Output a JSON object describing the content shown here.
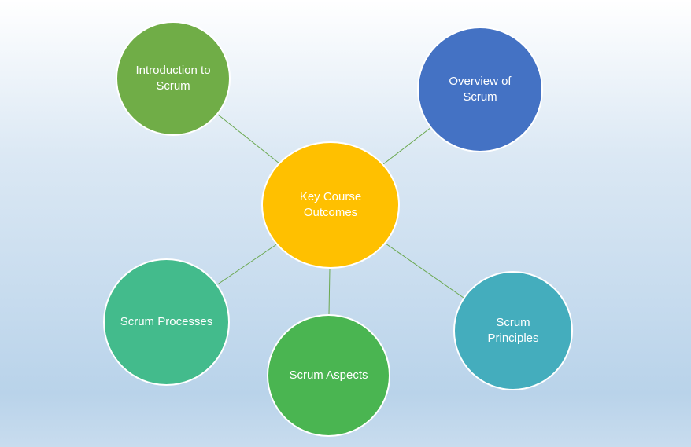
{
  "diagram": {
    "center": {
      "label": "Key Course Outcomes",
      "color": "#ffc000"
    },
    "nodes": [
      {
        "id": "intro",
        "label": "Introduction to Scrum",
        "color": "#70ad47"
      },
      {
        "id": "overview",
        "label": "Overview of Scrum",
        "color": "#4472c4"
      },
      {
        "id": "processes",
        "label": "Scrum Processes",
        "color": "#43bb8c"
      },
      {
        "id": "aspects",
        "label": "Scrum Aspects",
        "color": "#4ab551"
      },
      {
        "id": "principles",
        "label": "Scrum Principles",
        "color": "#44adbd"
      }
    ],
    "connector_color": "#6aa84f",
    "background_gradient": [
      "#ffffff",
      "#b9d3ea"
    ]
  }
}
